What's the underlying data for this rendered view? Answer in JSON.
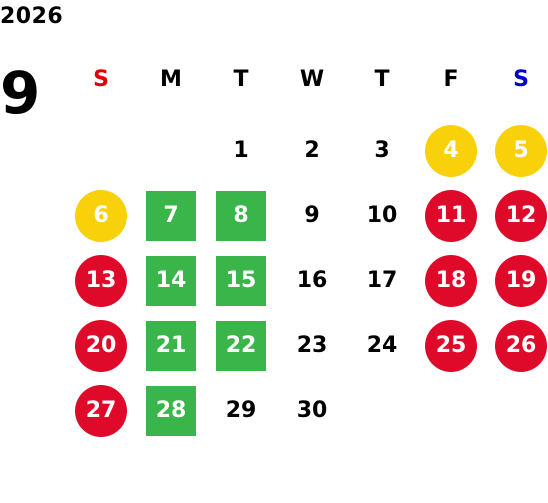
{
  "calendar": {
    "year": "2026",
    "month": "9",
    "colors": {
      "sunday": "#e00000",
      "saturday": "#0000cc",
      "holiday_red": "#df0a2a",
      "highlight_yellow": "#f8d10a",
      "highlight_green": "#3ab54a"
    },
    "weekdays": [
      {
        "label": "S",
        "color": "#e00000"
      },
      {
        "label": "M",
        "color": "#000000"
      },
      {
        "label": "T",
        "color": "#000000"
      },
      {
        "label": "W",
        "color": "#000000"
      },
      {
        "label": "T",
        "color": "#000000"
      },
      {
        "label": "F",
        "color": "#000000"
      },
      {
        "label": "S",
        "color": "#0000cc"
      }
    ],
    "days": [
      {
        "day": "1",
        "style": "plain"
      },
      {
        "day": "2",
        "style": "plain"
      },
      {
        "day": "3",
        "style": "plain"
      },
      {
        "day": "4",
        "style": "yellow"
      },
      {
        "day": "5",
        "style": "yellow"
      },
      {
        "day": "6",
        "style": "yellow"
      },
      {
        "day": "7",
        "style": "green"
      },
      {
        "day": "8",
        "style": "green"
      },
      {
        "day": "9",
        "style": "plain"
      },
      {
        "day": "10",
        "style": "plain"
      },
      {
        "day": "11",
        "style": "red"
      },
      {
        "day": "12",
        "style": "red"
      },
      {
        "day": "13",
        "style": "red"
      },
      {
        "day": "14",
        "style": "green"
      },
      {
        "day": "15",
        "style": "green"
      },
      {
        "day": "16",
        "style": "plain"
      },
      {
        "day": "17",
        "style": "plain"
      },
      {
        "day": "18",
        "style": "red"
      },
      {
        "day": "19",
        "style": "red"
      },
      {
        "day": "20",
        "style": "red"
      },
      {
        "day": "21",
        "style": "green"
      },
      {
        "day": "22",
        "style": "green"
      },
      {
        "day": "23",
        "style": "plain"
      },
      {
        "day": "24",
        "style": "plain"
      },
      {
        "day": "25",
        "style": "red"
      },
      {
        "day": "26",
        "style": "red"
      },
      {
        "day": "27",
        "style": "red"
      },
      {
        "day": "28",
        "style": "green"
      },
      {
        "day": "29",
        "style": "plain"
      },
      {
        "day": "30",
        "style": "plain"
      }
    ]
  }
}
